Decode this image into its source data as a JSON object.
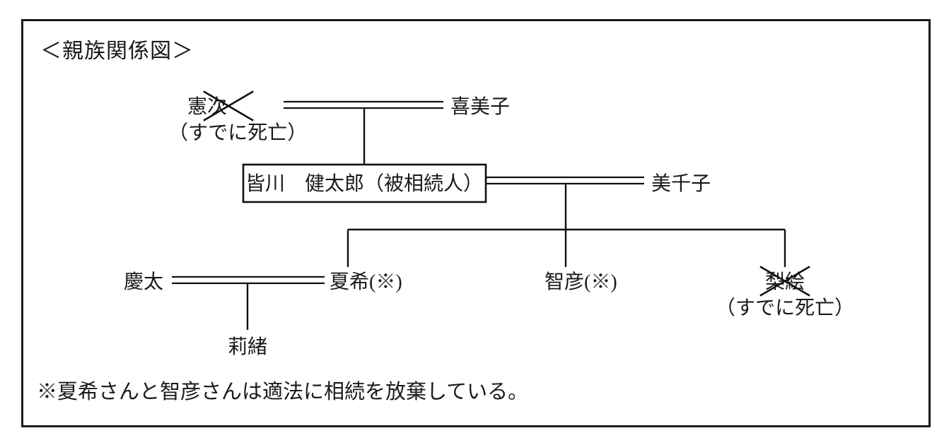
{
  "document": {
    "title": "＜親族関係図＞",
    "footnote": "※夏希さんと智彦さんは適法に相続を放棄している。",
    "frame_color": "#1a1a1a",
    "text_color": "#1a1a1a"
  },
  "diagram": {
    "type": "family-tree",
    "generations": [
      {
        "level": 1,
        "members": [
          {
            "id": "kenji",
            "name": "憲次",
            "status": "（すでに死亡）",
            "deceased": true
          },
          {
            "id": "kimiko",
            "name": "喜美子",
            "status": "",
            "deceased": false
          }
        ]
      },
      {
        "level": 2,
        "members": [
          {
            "id": "kentaro",
            "name": "皆川　健太郎（被相続人）",
            "status": "",
            "deceased": false,
            "boxed": true,
            "role": "被相続人"
          },
          {
            "id": "michiko",
            "name": "美千子",
            "status": "",
            "deceased": false
          }
        ]
      },
      {
        "level": 3,
        "members": [
          {
            "id": "keita",
            "name": "慶太",
            "status": "",
            "deceased": false
          },
          {
            "id": "natsuki",
            "name": "夏希(※)",
            "status": "",
            "deceased": false,
            "renounced": true
          },
          {
            "id": "tomohiko",
            "name": "智彦(※)",
            "status": "",
            "deceased": false,
            "renounced": true
          },
          {
            "id": "rie",
            "name": "梨絵",
            "status": "（すでに死亡）",
            "deceased": true
          }
        ]
      },
      {
        "level": 4,
        "members": [
          {
            "id": "rio",
            "name": "莉緒",
            "status": "",
            "deceased": false
          }
        ]
      }
    ],
    "marriages": [
      {
        "id": "m1",
        "left": "憲次",
        "right": "喜美子",
        "children": [
          "皆川　健太郎（被相続人）"
        ]
      },
      {
        "id": "m2",
        "left": "皆川　健太郎（被相続人）",
        "right": "美千子",
        "children": [
          "夏希(※)",
          "智彦(※)",
          "梨絵"
        ]
      },
      {
        "id": "m3",
        "left": "慶太",
        "right": "夏希(※)",
        "children": [
          "莉緒"
        ]
      }
    ]
  },
  "labels": {
    "kenji_name": "憲次",
    "kenji_status": "（すでに死亡）",
    "kimiko_name": "喜美子",
    "kentaro_name": "皆川　健太郎（被相続人）",
    "michiko_name": "美千子",
    "keita_name": "慶太",
    "natsuki_name": "夏希(※)",
    "tomohiko_name": "智彦(※)",
    "rie_name": "梨絵",
    "rie_status": "（すでに死亡）",
    "rio_name": "莉緒"
  }
}
